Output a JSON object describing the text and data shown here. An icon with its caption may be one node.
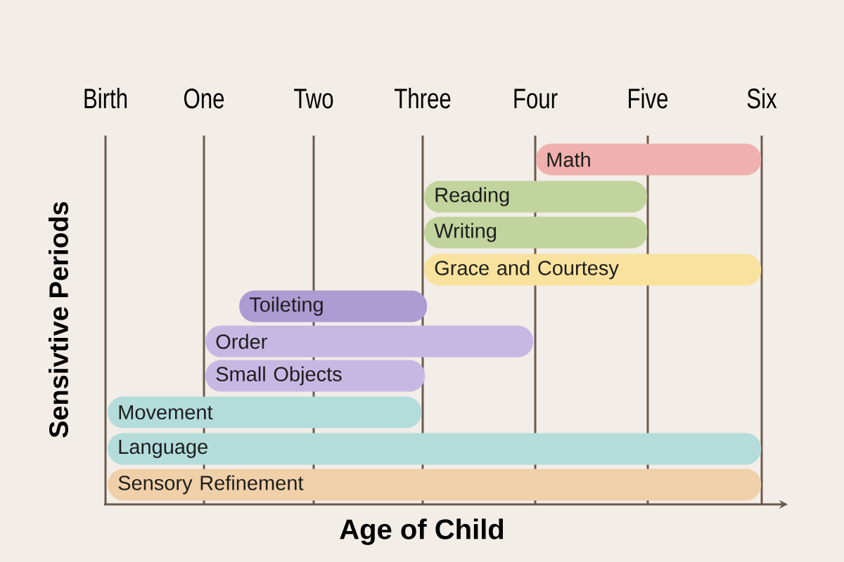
{
  "diagram": {
    "nodes": [
      {
        "text": [
          "Math"
        ]
      },
      {
        "text": [
          "Reading"
        ]
      },
      {
        "text": [
          "Writing"
        ]
      },
      {
        "text": [
          "Grace and Courtesy"
        ]
      },
      {
        "text": [
          "Toileting"
        ]
      },
      {
        "text": [
          "Order"
        ]
      },
      {
        "text": [
          "Small Objects"
        ]
      },
      {
        "text": [
          "Movement"
        ]
      },
      {
        "text": [
          "Language"
        ]
      },
      {
        "text": [
          "Sensory Refinement"
        ]
      }
    ],
    "labels": [
      "Birth",
      "One",
      "Two",
      "Three",
      "Four",
      "Five",
      "Six",
      "Sensivtive Periods",
      "Age of Child"
    ]
  }
}
